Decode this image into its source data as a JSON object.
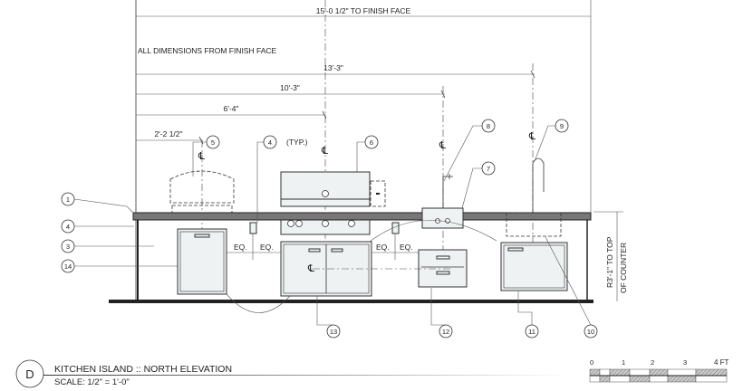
{
  "dimensions": {
    "overall": "15'-0 1/2\" TO FINISH FACE",
    "note": "ALL DIMENSIONS FROM FINISH FACE",
    "d1": "13'-3\"",
    "d2": "10'-3\"",
    "d3": "6'-4\"",
    "d4": "2'-2 1/2\"",
    "typ": "(TYP.)",
    "eq": "EQ.",
    "height_line1": "R3'-1\" TO TOP",
    "height_line2": "OF COUNTER",
    "centerline_symbol": "℄"
  },
  "callouts": [
    "1",
    "4",
    "3",
    "14",
    "5",
    "4",
    "6",
    "8",
    "7",
    "9",
    "10",
    "11",
    "12",
    "13"
  ],
  "title_block": {
    "tag": "D",
    "title": "KITCHEN ISLAND :: NORTH ELEVATION",
    "scale": "SCALE: 1/2\" = 1'-0\""
  },
  "scale_bar": {
    "ticks": [
      "0",
      "1",
      "2",
      "3",
      "4 FT"
    ]
  }
}
